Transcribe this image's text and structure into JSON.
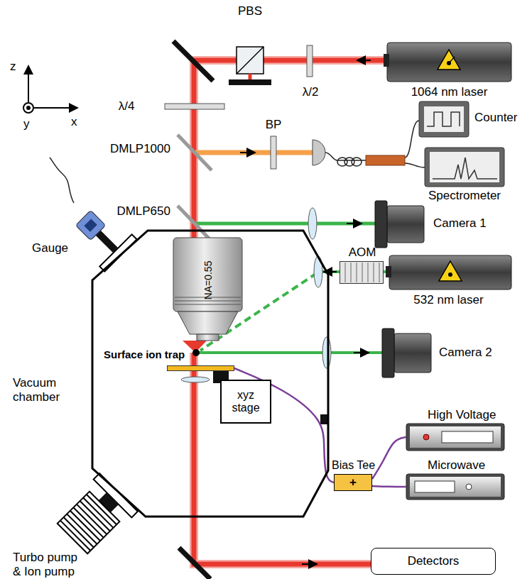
{
  "diagram": {
    "nodes": [
      {
        "text": [
          "1064 nm laser"
        ]
      },
      {
        "text": [
          "Counter"
        ]
      },
      {
        "text": [
          "Spectrometer"
        ]
      },
      {
        "text": [
          "Camera 1"
        ]
      },
      {
        "text": [
          "AOM"
        ]
      },
      {
        "text": [
          "532 nm laser"
        ]
      },
      {
        "text": [
          "Vacuum chamber"
        ]
      },
      {
        "text": [
          "NA=0.55"
        ],
        "in": 6
      },
      {
        "text": [
          "Surface ion trap"
        ],
        "in": 6
      },
      {
        "text": [
          "xyz stage"
        ],
        "in": 6
      },
      {
        "text": [
          "Camera 2"
        ]
      },
      {
        "text": [
          "High Voltage"
        ]
      },
      {
        "text": [
          "Bias Tee",
          "+"
        ]
      },
      {
        "text": [
          "Microwave"
        ]
      },
      {
        "text": [
          "Detectors"
        ]
      },
      {
        "text": [
          "Gauge"
        ]
      },
      {
        "text": [
          "Turbo pump & Ion pump"
        ]
      }
    ],
    "edges": [
      {
        "from": 11,
        "to": 12,
        "arrow": "none"
      },
      {
        "from": 13,
        "to": 12,
        "arrow": "none"
      },
      {
        "from": 12,
        "to": 8,
        "arrow": "none"
      }
    ],
    "labels": [
      "PBS",
      "λ/2",
      "λ/4",
      "BP",
      "DMLP1000",
      "DMLP650",
      "z",
      "y",
      "x"
    ]
  }
}
